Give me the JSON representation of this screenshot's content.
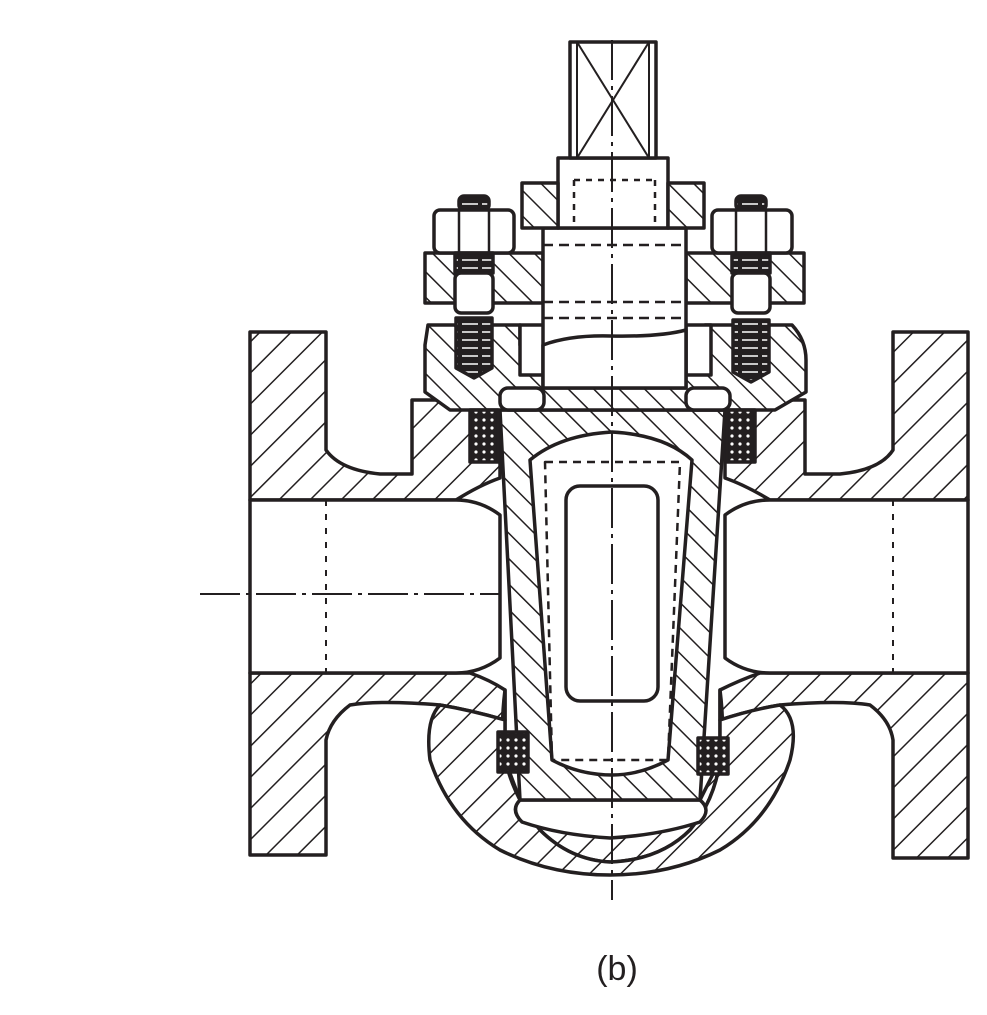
{
  "figure": {
    "caption": "(b)",
    "subject": "plug valve cross-section",
    "colors": {
      "ink": "#231f20",
      "background": "#ffffff"
    },
    "parts": [
      {
        "id": "stem-square",
        "label": "stem square head"
      },
      {
        "id": "stem",
        "label": "stem"
      },
      {
        "id": "gland",
        "label": "gland"
      },
      {
        "id": "gland-flange",
        "label": "gland flange"
      },
      {
        "id": "bolt-left",
        "label": "stud bolt with nut (left)"
      },
      {
        "id": "bolt-right",
        "label": "stud bolt with nut (right)"
      },
      {
        "id": "cover",
        "label": "cover"
      },
      {
        "id": "plug",
        "label": "tapered plug"
      },
      {
        "id": "plug-port",
        "label": "plug port"
      },
      {
        "id": "body",
        "label": "valve body"
      },
      {
        "id": "flange-left",
        "label": "end flange (left)"
      },
      {
        "id": "flange-right",
        "label": "end flange (right)"
      },
      {
        "id": "seal-upper-left",
        "label": "packing (upper left)"
      },
      {
        "id": "seal-upper-right",
        "label": "packing (upper right)"
      },
      {
        "id": "seal-lower-left",
        "label": "seal ring (lower left)"
      },
      {
        "id": "seal-lower-right",
        "label": "seal ring (lower right)"
      },
      {
        "id": "centerline-vertical",
        "label": "vertical centerline"
      },
      {
        "id": "centerline-horizontal",
        "label": "horizontal centerline"
      }
    ]
  }
}
